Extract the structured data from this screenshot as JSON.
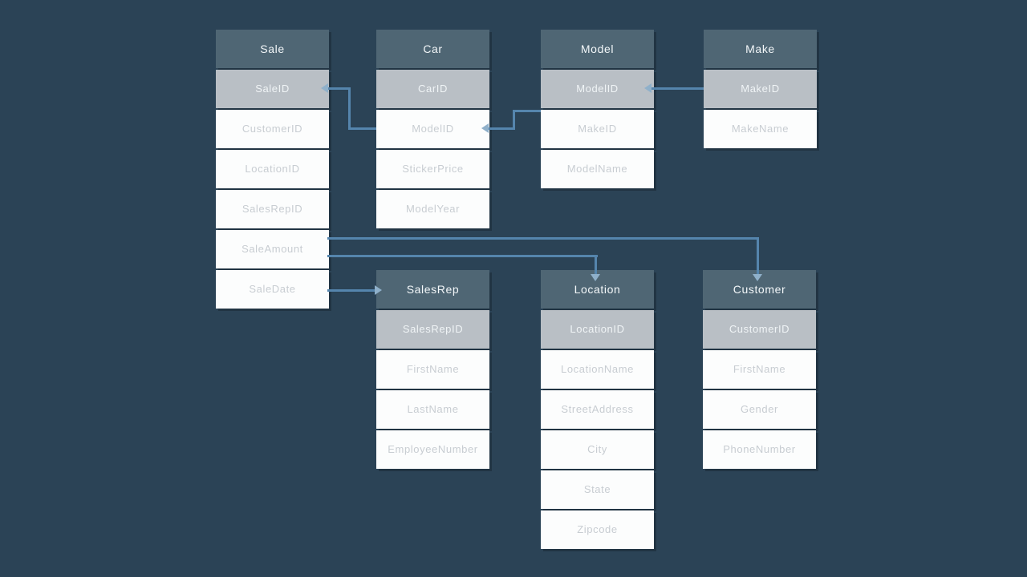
{
  "diagram": {
    "colors": {
      "background": "#2b4356",
      "table_header": "#4f6674",
      "table_header_text": "#f3f7f9",
      "key_row": "#b9bfc5",
      "key_row_text": "#f0f4f6",
      "row": "#fcfdfd",
      "row_text": "#c8cdd2",
      "connector": "#5585ad",
      "arrowhead": "#8fb0ca"
    },
    "tables": [
      {
        "name": "Sale",
        "key_field": "SaleID",
        "fields": [
          "SaleID",
          "CustomerID",
          "LocationID",
          "SalesRepID",
          "SaleAmount",
          "SaleDate"
        ]
      },
      {
        "name": "Car",
        "key_field": "CarID",
        "fields": [
          "CarID",
          "ModelID",
          "StickerPrice",
          "ModelYear"
        ]
      },
      {
        "name": "Model",
        "key_field": "ModelID",
        "fields": [
          "ModelID",
          "MakeID",
          "ModelName"
        ]
      },
      {
        "name": "Make",
        "key_field": "MakeID",
        "fields": [
          "MakeID",
          "MakeName"
        ]
      },
      {
        "name": "SalesRep",
        "key_field": "SalesRepID",
        "fields": [
          "SalesRepID",
          "FirstName",
          "LastName",
          "EmployeeNumber"
        ]
      },
      {
        "name": "Location",
        "key_field": "LocationID",
        "fields": [
          "LocationID",
          "LocationName",
          "StreetAddress",
          "City",
          "State",
          "Zipcode"
        ]
      },
      {
        "name": "Customer",
        "key_field": "CustomerID",
        "fields": [
          "CustomerID",
          "FirstName",
          "Gender",
          "PhoneNumber"
        ]
      }
    ],
    "relationships": [
      {
        "from": "Sale.SaleID",
        "to": "Car.ModelID"
      },
      {
        "from": "Car.ModelID",
        "to": "Model.MakeID"
      },
      {
        "from": "Model.ModelID",
        "to": "Make.MakeID"
      },
      {
        "from": "Sale",
        "to": "Customer"
      },
      {
        "from": "Sale",
        "to": "Location"
      },
      {
        "from": "Sale",
        "to": "SalesRep"
      }
    ]
  }
}
